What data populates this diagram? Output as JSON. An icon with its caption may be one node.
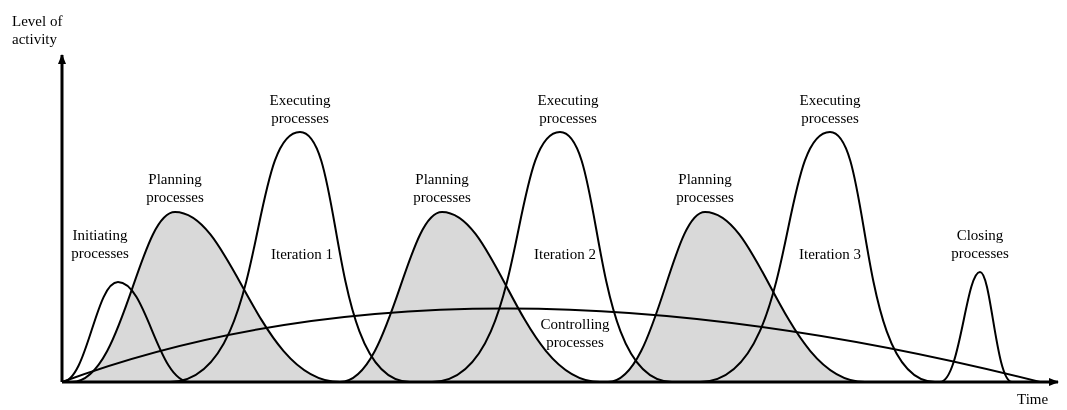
{
  "diagram": {
    "labels": [
      "Level of activity",
      "Executing processes",
      "Executing processes",
      "Executing processes",
      "Planning processes",
      "Planning processes",
      "Planning processes",
      "Initiating processes",
      "Iteration 1",
      "Iteration 2",
      "Iteration 3",
      "Closing processes",
      "Controlling processes",
      "Time"
    ]
  }
}
